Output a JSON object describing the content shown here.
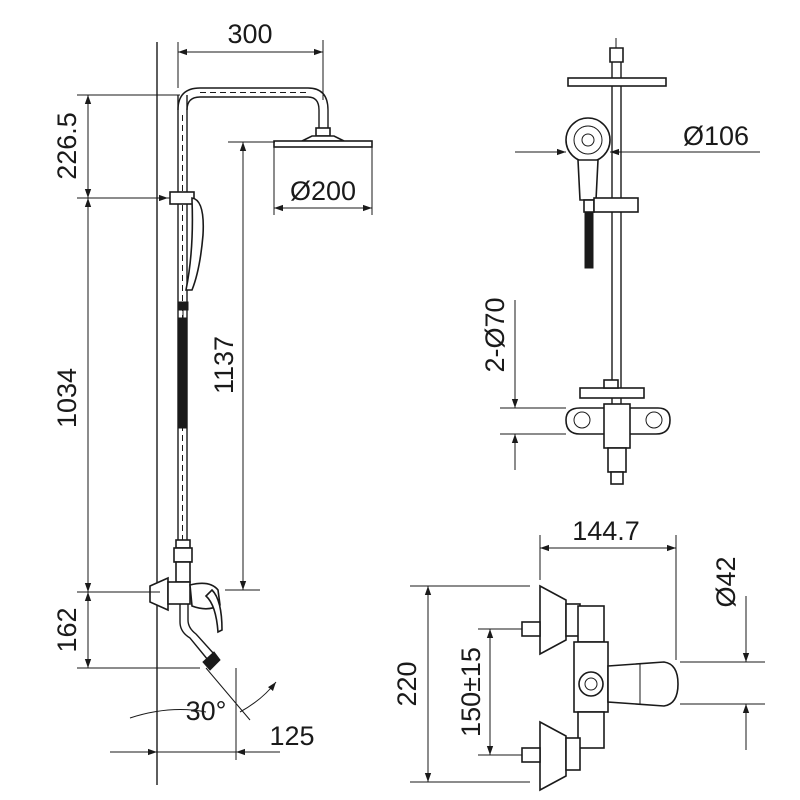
{
  "diagram": {
    "side_view": {
      "dim_arm_reach": "300",
      "dim_top_offset": "226.5",
      "dim_rail_length": "1034",
      "dim_head_to_valve": "1137",
      "dim_valve_height": "162",
      "dim_head_diameter": "Ø200",
      "dim_spout_angle": "30°",
      "dim_spout_length": "125"
    },
    "front_view": {
      "dim_hand_shower": "Ø106",
      "dim_flanges": "2-Ø70"
    },
    "valve_detail": {
      "dim_width": "144.7",
      "dim_height": "220",
      "dim_centers": "150±15",
      "dim_handle": "Ø42"
    }
  }
}
